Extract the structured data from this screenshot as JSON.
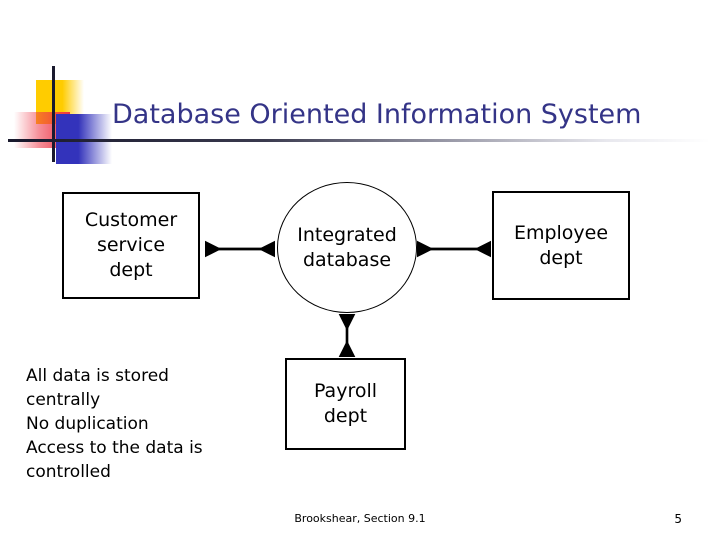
{
  "slide": {
    "title": "Database Oriented Information System",
    "title_color": "#343487",
    "background_color": "#ffffff"
  },
  "logo": {
    "yellow_color": "#FFCC00",
    "red_color": "#EE3344",
    "blue_color": "#3333BB",
    "bar_color": "#1a1a2e"
  },
  "diagram": {
    "nodes": [
      {
        "id": "customer",
        "label": "Customer\nservice\ndept",
        "shape": "rectangle"
      },
      {
        "id": "database",
        "label": "Integrated\ndatabase",
        "shape": "ellipse"
      },
      {
        "id": "employee",
        "label": "Employee\ndept",
        "shape": "rectangle"
      },
      {
        "id": "payroll",
        "label": "Payroll\ndept",
        "shape": "rectangle"
      }
    ],
    "edges": [
      {
        "from": "customer",
        "to": "database",
        "style": "double-arrow",
        "orientation": "horizontal"
      },
      {
        "from": "database",
        "to": "employee",
        "style": "double-arrow",
        "orientation": "horizontal"
      },
      {
        "from": "database",
        "to": "payroll",
        "style": "double-arrow",
        "orientation": "vertical"
      }
    ],
    "labels": {
      "customer": "Customer service dept",
      "database": "Integrated database",
      "employee": "Employee dept",
      "payroll": "Payroll dept"
    },
    "customer_lines": [
      "Customer",
      "service",
      "dept"
    ],
    "database_lines": [
      "Integrated",
      "database"
    ],
    "employee_lines": [
      "Employee",
      "dept"
    ],
    "payroll_lines": [
      "Payroll",
      "dept"
    ]
  },
  "notes": {
    "lines": [
      "All data is stored",
      "centrally",
      "No duplication",
      "Access to the data is",
      "controlled"
    ]
  },
  "footer": {
    "source": "Brookshear, Section 9.1",
    "page_number": "5"
  }
}
